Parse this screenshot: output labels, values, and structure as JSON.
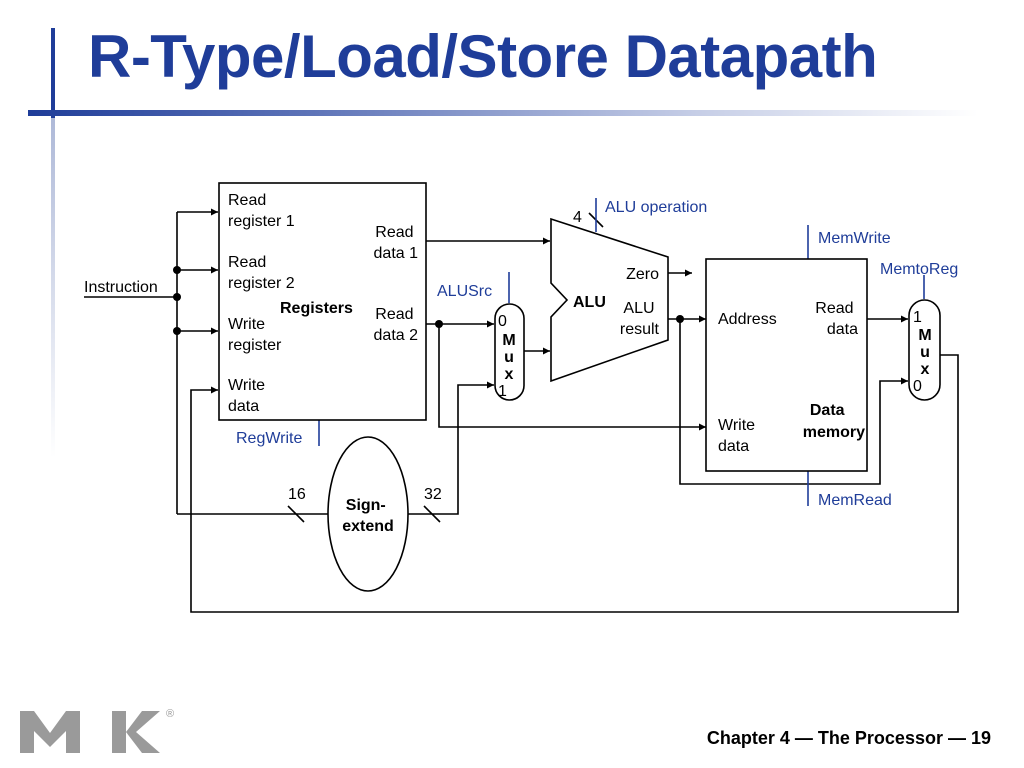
{
  "slide": {
    "title": "R-Type/Load/Store Datapath",
    "footer": "Chapter 4 — The Processor — 19"
  },
  "diagram": {
    "instruction": "Instruction",
    "registers": {
      "read_register_1": [
        "Read",
        "register 1"
      ],
      "read_register_2": [
        "Read",
        "register 2"
      ],
      "write_register": [
        "Write",
        "register"
      ],
      "write_data": [
        "Write",
        "data"
      ],
      "read_data_1": [
        "Read",
        "data 1"
      ],
      "read_data_2": [
        "Read",
        "data 2"
      ],
      "name": "Registers"
    },
    "regwrite": "RegWrite",
    "alusrc": "ALUSrc",
    "alu_operation": "ALU operation",
    "alu_op_bits": "4",
    "alu": {
      "name": "ALU",
      "zero": "Zero",
      "result": [
        "ALU",
        "result"
      ]
    },
    "mux": {
      "letters": [
        "M",
        "u",
        "x"
      ],
      "alusrc_inputs": [
        "0",
        "1"
      ],
      "memtoreg_inputs": [
        "1",
        "0"
      ]
    },
    "sign_extend": {
      "name": [
        "Sign-",
        "extend"
      ],
      "in_bits": "16",
      "out_bits": "32"
    },
    "data_memory": {
      "address": "Address",
      "read_data": [
        "Read",
        "data"
      ],
      "write_data": [
        "Write",
        "data"
      ],
      "name": [
        "Data",
        "memory"
      ]
    },
    "memwrite": "MemWrite",
    "memread": "MemRead",
    "memtoreg": "MemtoReg"
  },
  "logo": {
    "registered": "®"
  },
  "colors": {
    "title": "#1f3d99",
    "control": "#1f3d99",
    "wire": "#000000",
    "logo": "#9a9a9a"
  }
}
